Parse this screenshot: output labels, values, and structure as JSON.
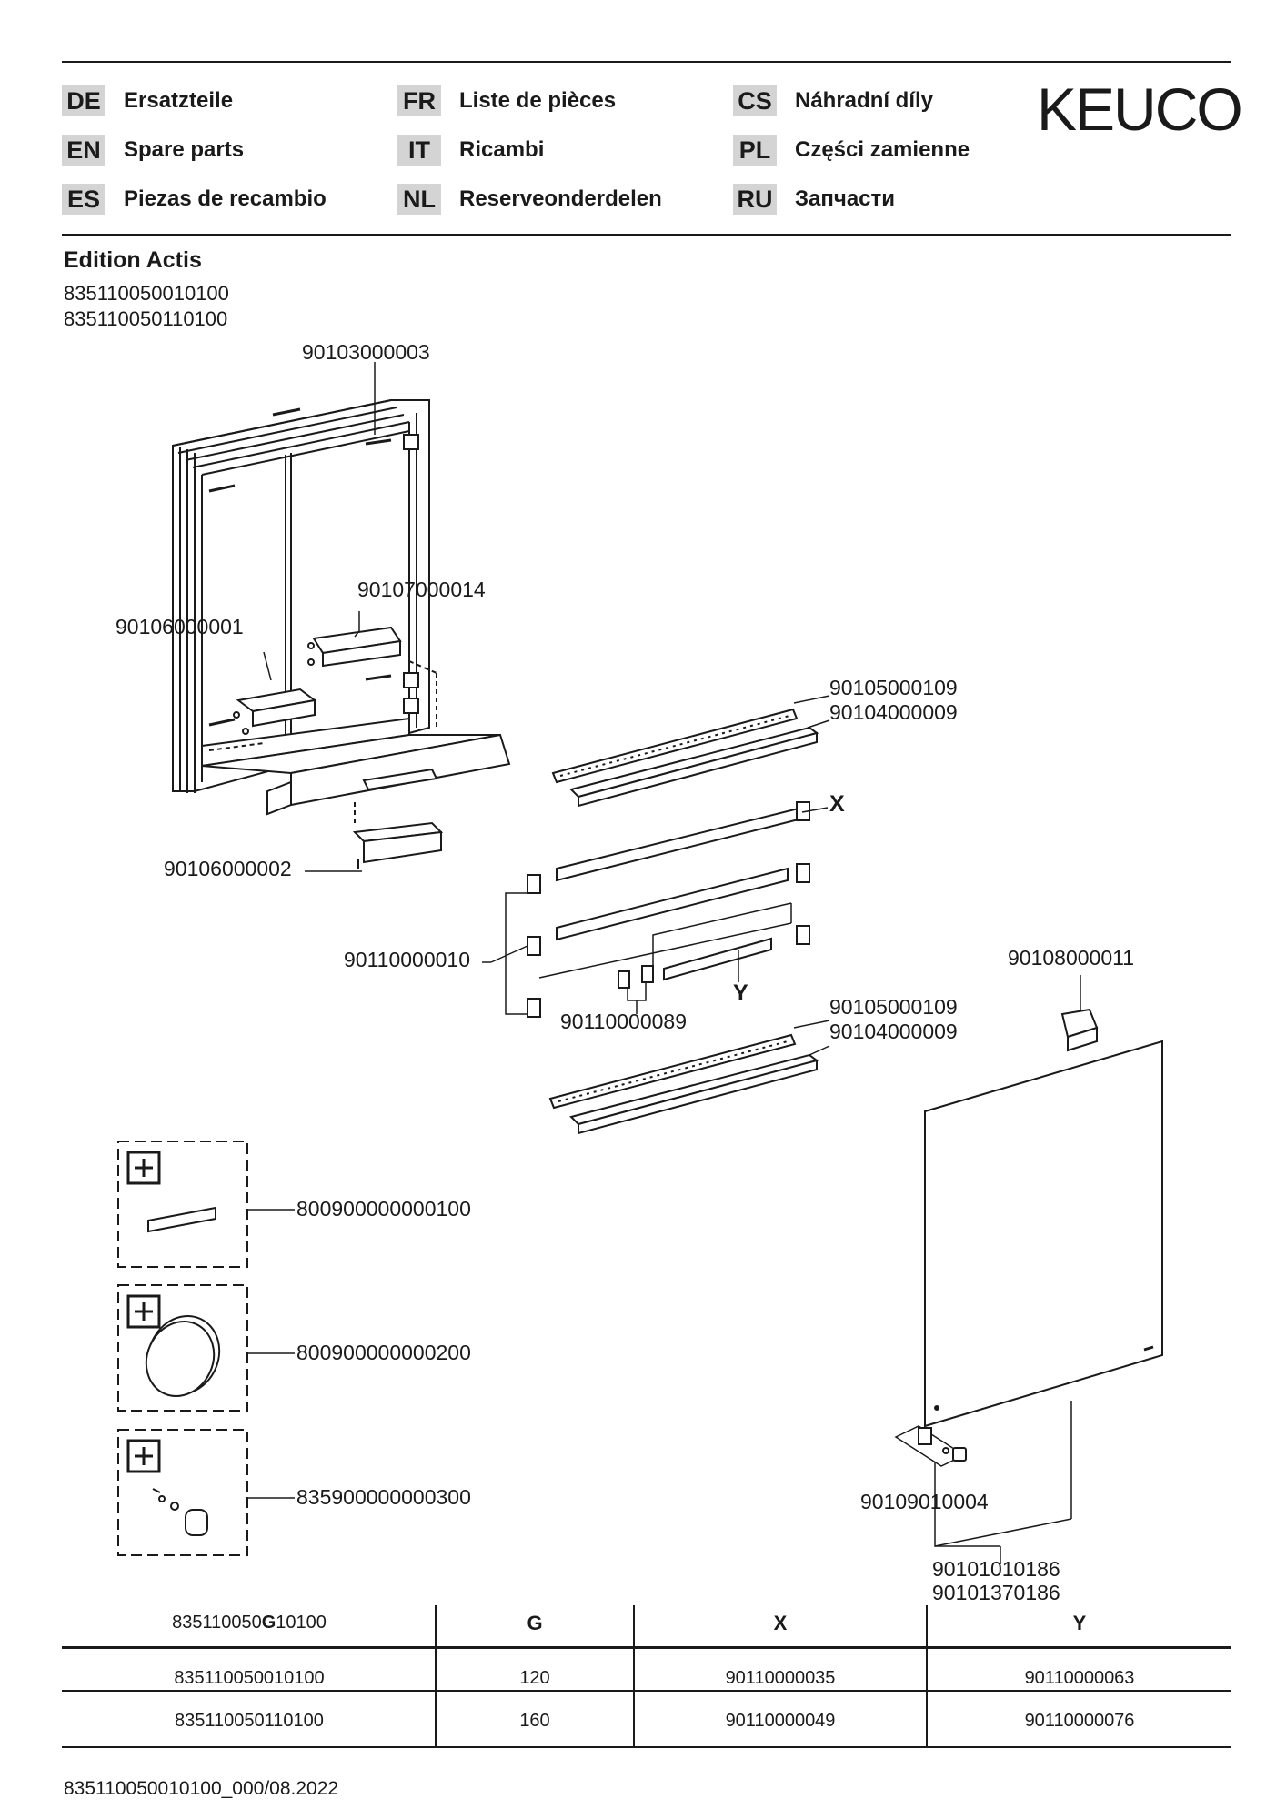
{
  "header": {
    "languages": [
      {
        "code": "DE",
        "name": "Ersatzteile"
      },
      {
        "code": "EN",
        "name": "Spare parts"
      },
      {
        "code": "ES",
        "name": "Piezas de recambio"
      },
      {
        "code": "FR",
        "name": "Liste de pièces"
      },
      {
        "code": "IT",
        "name": "Ricambi"
      },
      {
        "code": "NL",
        "name": "Reserveonderdelen"
      },
      {
        "code": "CS",
        "name": "Náhradní díly"
      },
      {
        "code": "PL",
        "name": "Części zamienne"
      },
      {
        "code": "RU",
        "name": "Запчасти"
      }
    ],
    "brand": "KEUCO"
  },
  "product": {
    "title": "Edition Actis",
    "article_numbers": [
      "835110050010100",
      "835110050110100"
    ]
  },
  "parts": {
    "frame_screws": "90103000003",
    "driver_top": "90107000014",
    "driver_left": "90106000001",
    "sensor_module": "90106000002",
    "led_strip_top": "90105000109",
    "profile_top": "90104000009",
    "shelf_holder": "90110000010",
    "shelf_holder_small": "90110000089",
    "led_strip_bottom": "90105000109",
    "profile_bottom": "90104000009",
    "door_clip": "90108000011",
    "hinge": "90109010004",
    "door_a": "90101010186",
    "door_b": "90101370186",
    "accessory_1": "800900000000100",
    "accessory_2": "800900000000200",
    "accessory_3": "835900000000300",
    "marker_x": "X",
    "marker_y": "Y"
  },
  "table": {
    "header_prefix": "835110050",
    "header_variable": "G",
    "header_suffix": "10100",
    "columns": [
      "G",
      "X",
      "Y"
    ],
    "rows": [
      {
        "article": "835110050010100",
        "g": "120",
        "x": "90110000035",
        "y": "90110000063"
      },
      {
        "article": "835110050110100",
        "g": "160",
        "x": "90110000049",
        "y": "90110000076"
      }
    ]
  },
  "footer": {
    "doc_code": "835110050010100_000/08.2022"
  },
  "icons": {
    "accessory_marker": "plus-box-icon"
  }
}
